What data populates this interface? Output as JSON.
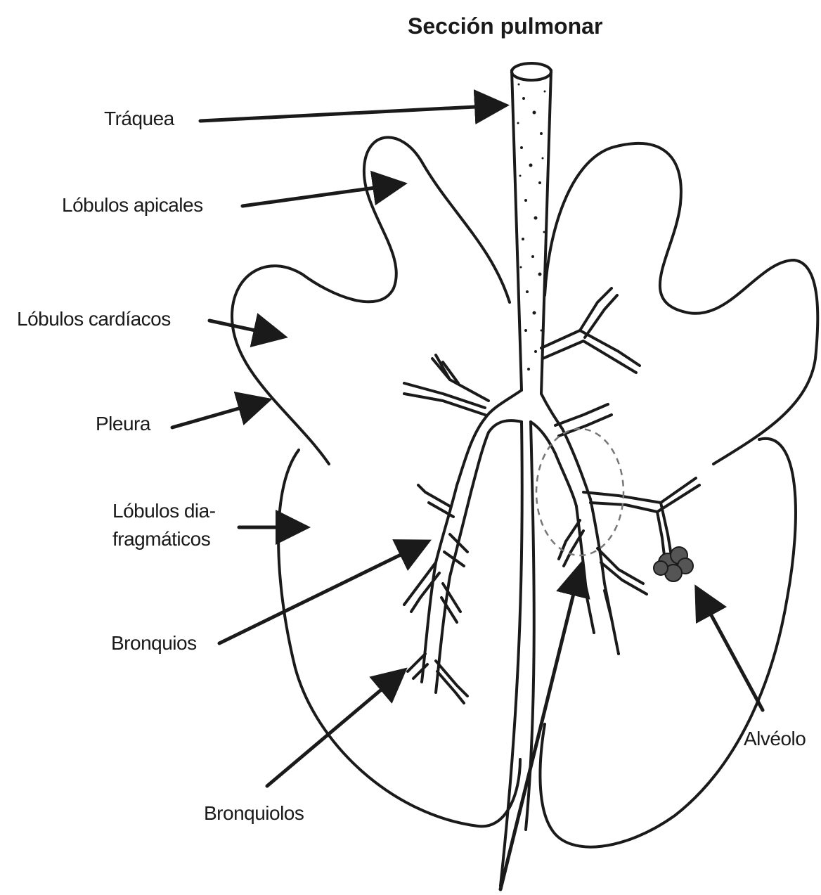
{
  "diagram": {
    "title": "Sección pulmonar",
    "labels": {
      "traquea": "Tráquea",
      "lobulos_apicales": "Lóbulos apicales",
      "lobulos_cardiacos": "Lóbulos cardíacos",
      "pleura": "Pleura",
      "lobulos_diafragmaticos_line1": "Lóbulos dia-",
      "lobulos_diafragmaticos_line2": "fragmáticos",
      "bronquios": "Bronquios",
      "bronquiolos": "Bronquiolos",
      "alveolo": "Alvéolo"
    },
    "colors": {
      "ink": "#1a1a1a",
      "background": "#ffffff",
      "dashed_circle": "#777777"
    }
  }
}
